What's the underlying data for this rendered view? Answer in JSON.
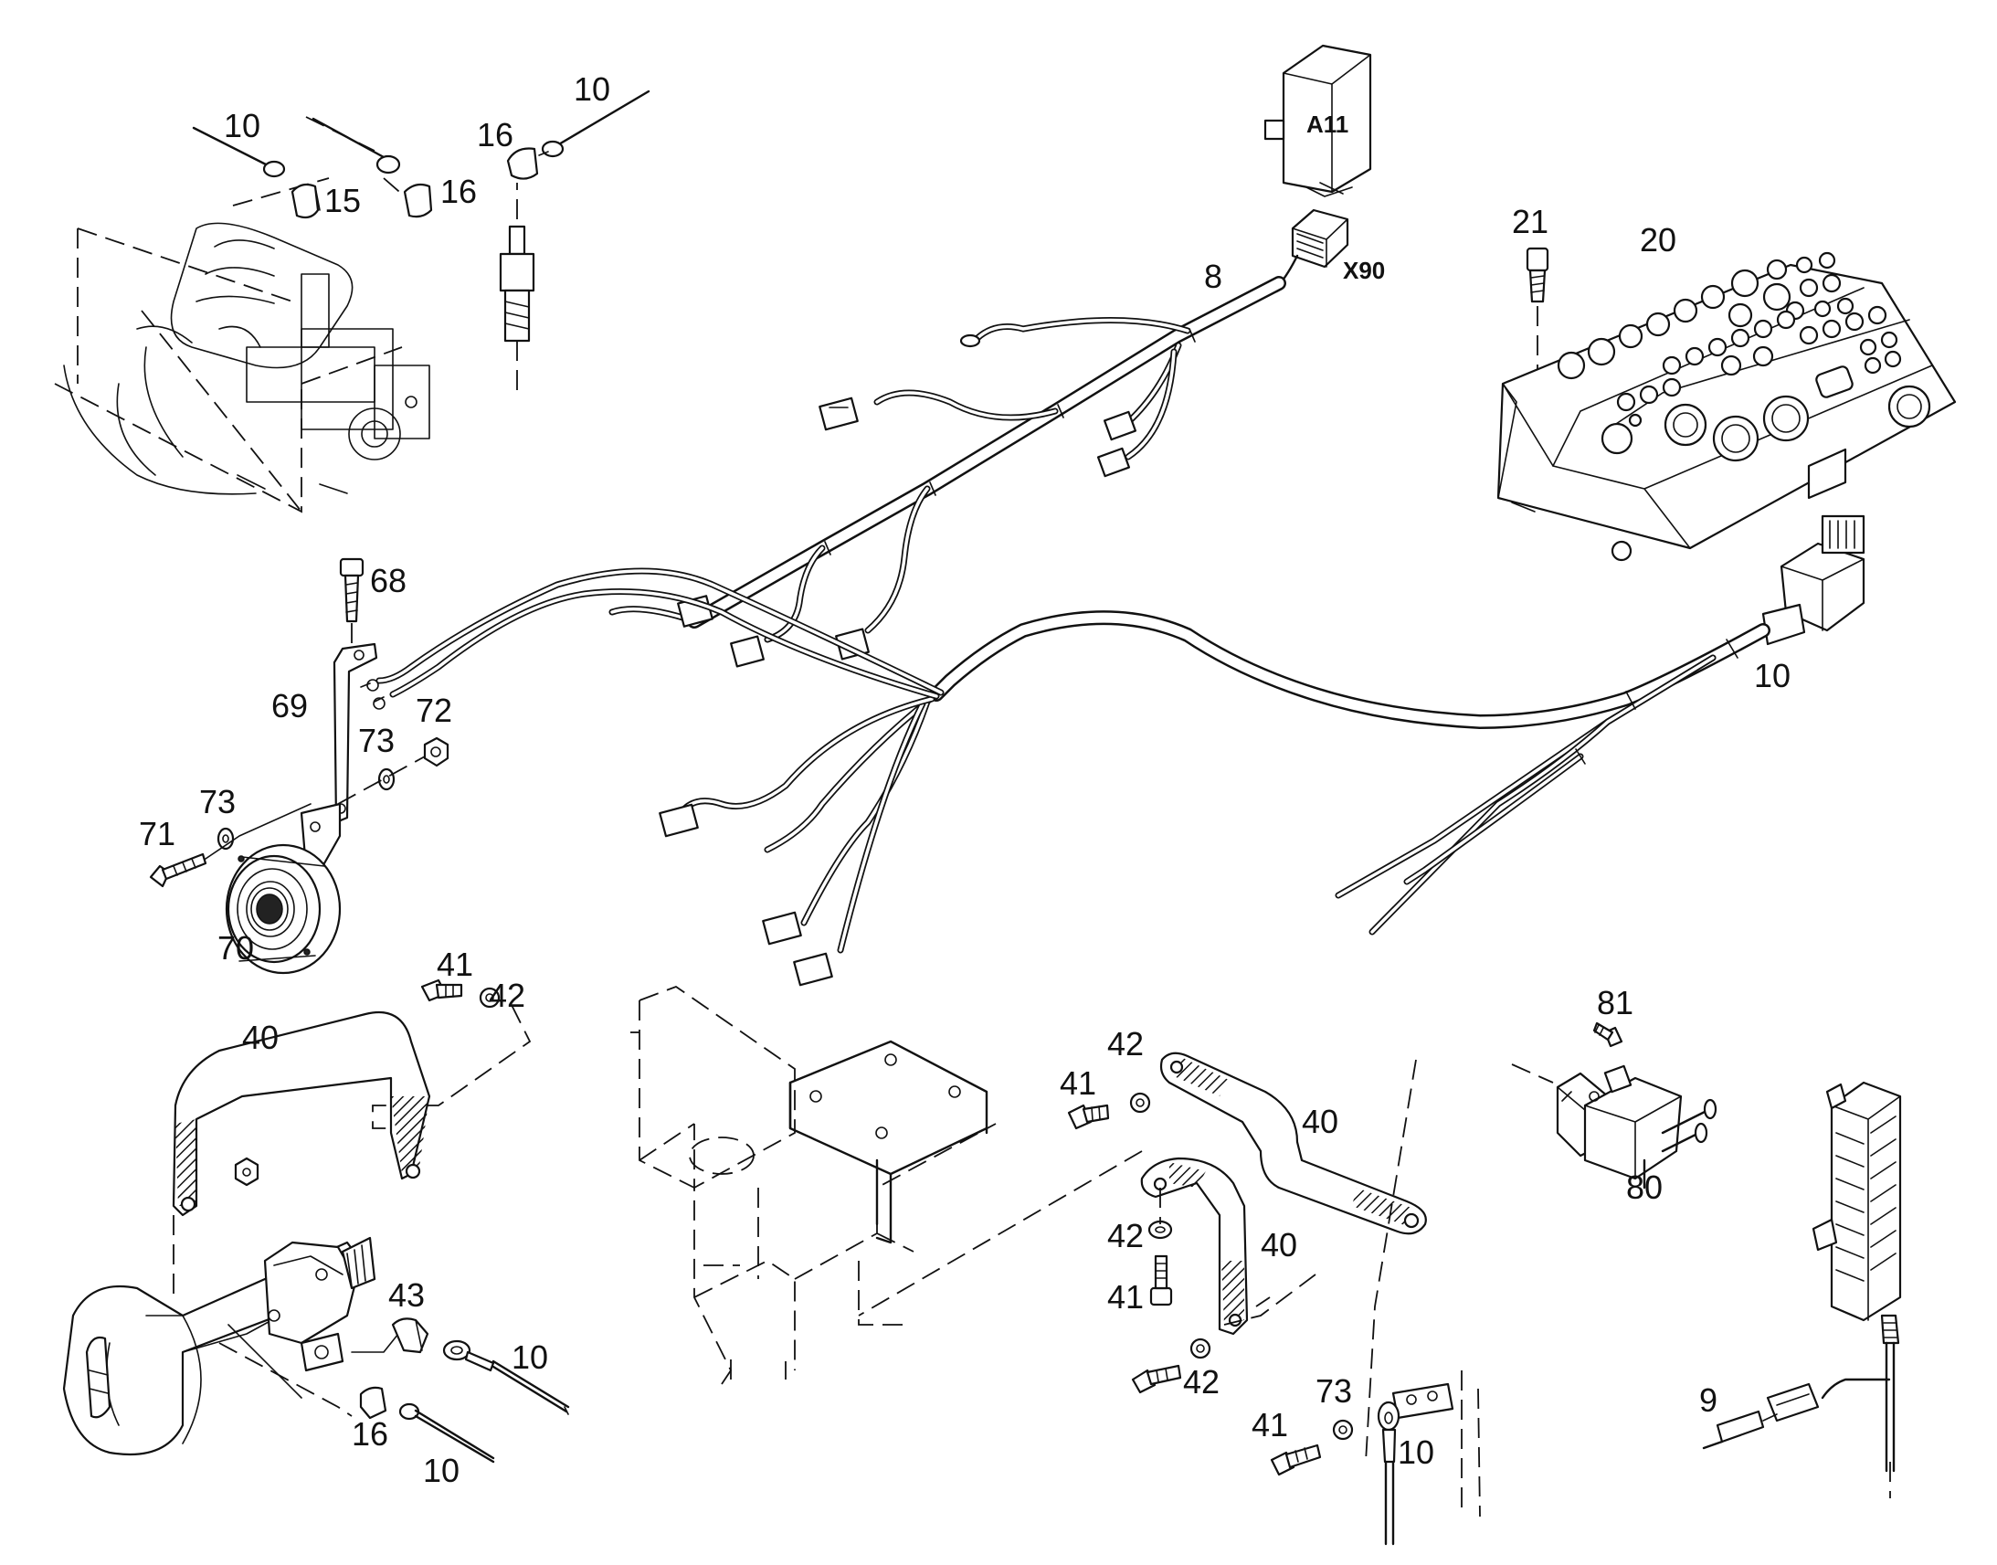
{
  "labels": {
    "c10_top_left": "10",
    "c15": "15",
    "c16_top_left": "16",
    "c16_sensor": "16",
    "c10_sensor": "10",
    "module": "A11",
    "connector": "X90",
    "c8": "8",
    "c21": "21",
    "c20": "20",
    "c68": "68",
    "c69": "69",
    "c73_top": "73",
    "c72": "72",
    "c73_left": "73",
    "c71": "71",
    "c70": "70",
    "c10_main_harness": "10",
    "c41_top": "41",
    "c42_top": "42",
    "c40_left": "40",
    "c43": "43",
    "c10_starter_a": "10",
    "c16_starter": "16",
    "c10_starter_b": "10",
    "c42_mid_a": "42",
    "c41_mid_a": "41",
    "c40_mid_a": "40",
    "c42_mid_b": "42",
    "c40_mid_b": "40",
    "c41_mid_b": "41",
    "c42_mid_c": "42",
    "c73_bottom": "73",
    "c41_bottom": "41",
    "c10_bottom": "10",
    "c81": "81",
    "c80": "80",
    "c9": "9"
  }
}
